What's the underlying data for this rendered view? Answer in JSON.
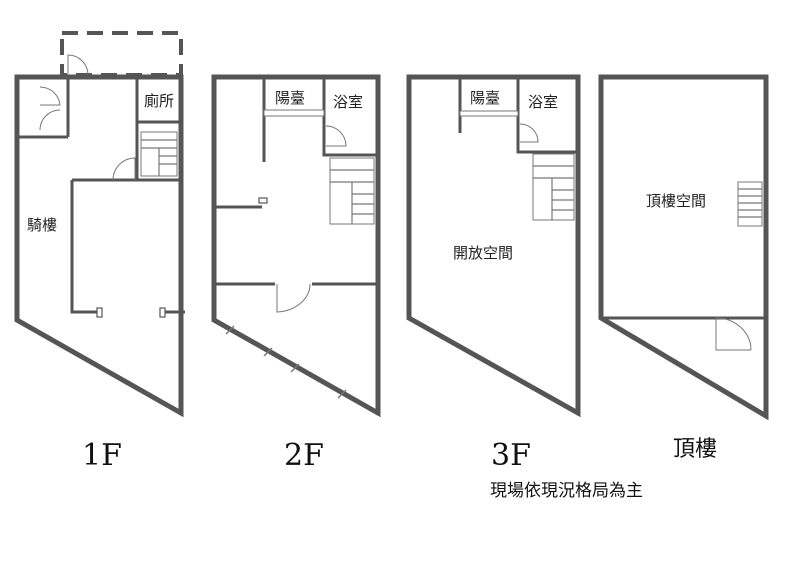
{
  "floors": [
    {
      "id": "1f",
      "label": "1F",
      "rooms": [
        "廁所",
        "騎樓"
      ]
    },
    {
      "id": "2f",
      "label": "2F",
      "rooms": [
        "陽臺",
        "浴室"
      ]
    },
    {
      "id": "3f",
      "label": "3F",
      "rooms": [
        "陽臺",
        "浴室",
        "開放空間"
      ]
    },
    {
      "id": "roof",
      "label": "頂樓",
      "rooms": [
        "頂樓空間"
      ]
    }
  ],
  "note": "現場依現況格局為主",
  "colors": {
    "wall": "#555555",
    "line": "#777777",
    "text": "#222222"
  }
}
